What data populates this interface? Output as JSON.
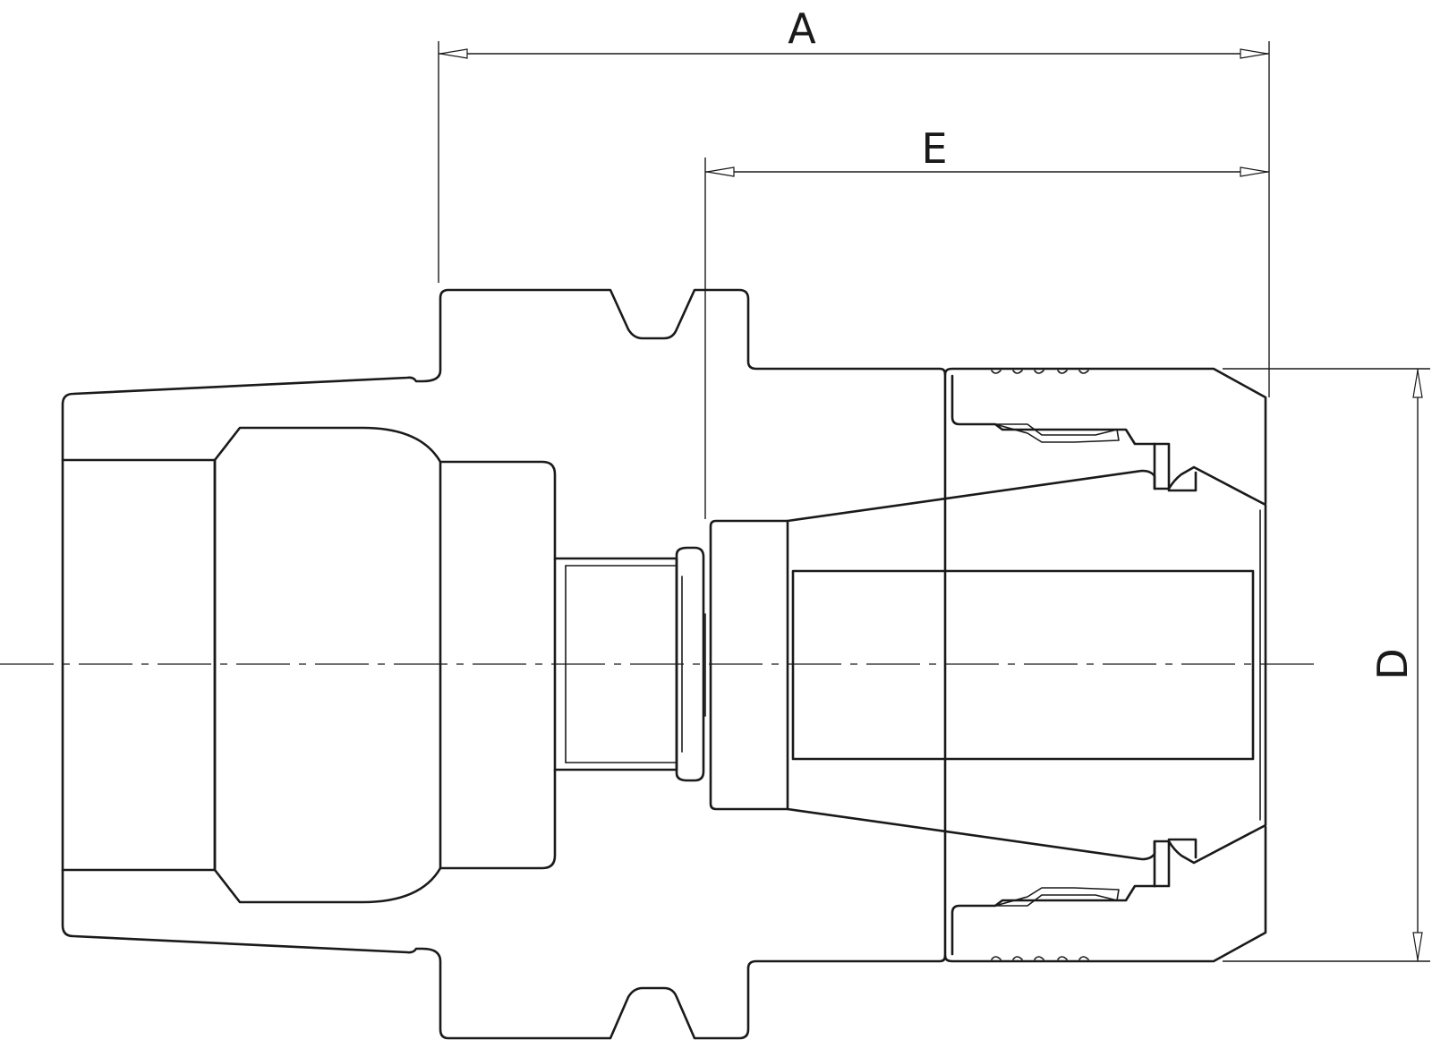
{
  "dimensions": {
    "a": "A",
    "e": "E",
    "d": "D"
  },
  "colors": {
    "line": "#1a1a1a",
    "background": "#ffffff"
  }
}
